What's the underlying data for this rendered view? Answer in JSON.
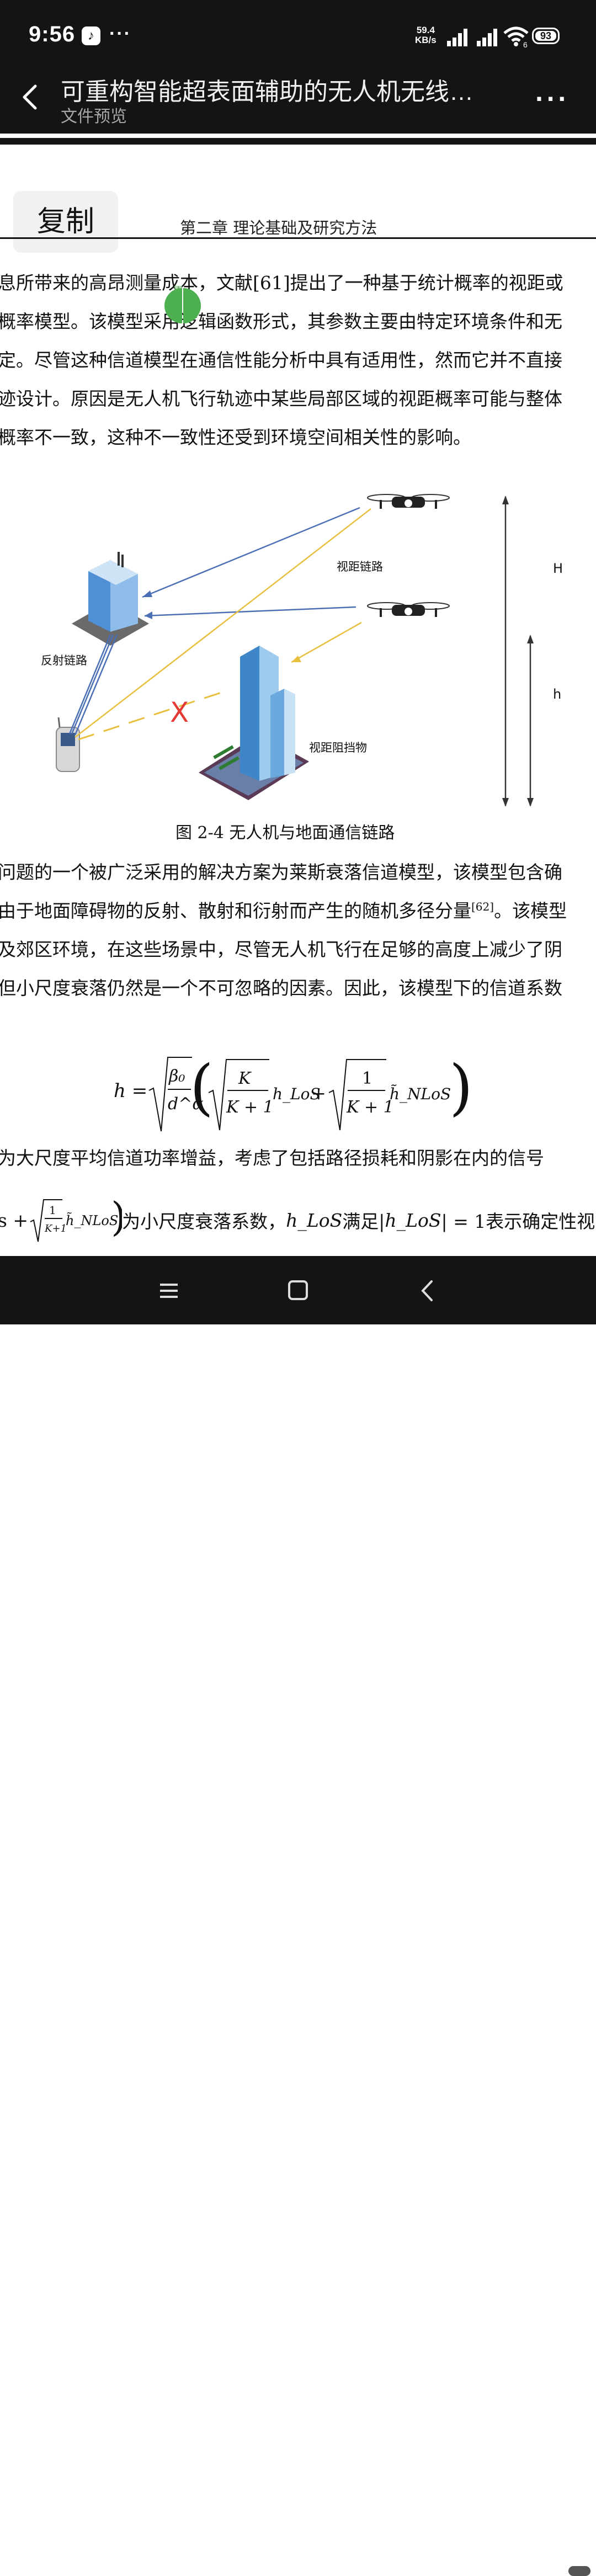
{
  "status_bar": {
    "time": "9:56",
    "tiktok_glyph": "♪",
    "dots": "···",
    "net_speed_value": "59.4",
    "net_speed_unit": "KB/s",
    "wifi_badge": "6",
    "battery_level": "93"
  },
  "app_bar": {
    "title": "可重构智能超表面辅助的无人机无线…",
    "subtitle": "文件预览",
    "more_label": "···"
  },
  "document": {
    "copy_button": "复制",
    "chapter_header": "第二章  理论基础及研究方法",
    "para1": [
      "息所带来的高昂测量成本，文献[61]提出了一种基于统计概率的视距或",
      "概率模型。该模型采用逻辑函数形式，其参数主要由特定环境条件和无",
      "定。尽管这种信道模型在通信性能分析中具有适用性，然而它并不直接",
      "迹设计。原因是无人机飞行轨迹中某些局部区域的视距概率可能与整体",
      "概率不一致，这种不一致性还受到环境空间相关性的影响。"
    ],
    "diagram": {
      "label_los": "视距链路",
      "label_reflect": "反射链路",
      "label_block": "视距阻挡物",
      "label_H": "H",
      "label_h": "h",
      "blocked_mark": "X"
    },
    "figure_caption": "图 2-4  无人机与地面通信链路",
    "para2": [
      "问题的一个被广泛采用的解决方案为莱斯衰落信道模型，该模型包含确",
      "由于地面障碍物的反射、散射和衍射而产生的随机多径分量",
      "及郊区环境，在这些场景中，尽管无人机飞行在足够的高度上减少了阴",
      "但小尺度衰落仍然是一个不可忽略的因素。因此，该模型下的信道系数"
    ],
    "para2_ref": "[62]",
    "para2_tail": "。该模型",
    "formula": {
      "lhs": "h =",
      "beta": "β₀",
      "d_alpha": "d^α",
      "K": "K",
      "K_plus_1": "K + 1",
      "h_los": "h_LoS",
      "plus": "+",
      "one": "1",
      "h_nlos": "h̃_NLoS"
    },
    "para3": "为大尺度平均信道功率增益，考虑了包括路径损耗和阴影在内的信号",
    "para4_a": "s + ",
    "para4_b": "为小尺度衰落系数，",
    "para4_c": "满足|",
    "para4_d": "| = 1表示确定性视"
  },
  "nav_bar": {
    "menu_icon": "menu-icon",
    "home_icon": "home-icon",
    "back_icon": "back-icon"
  }
}
